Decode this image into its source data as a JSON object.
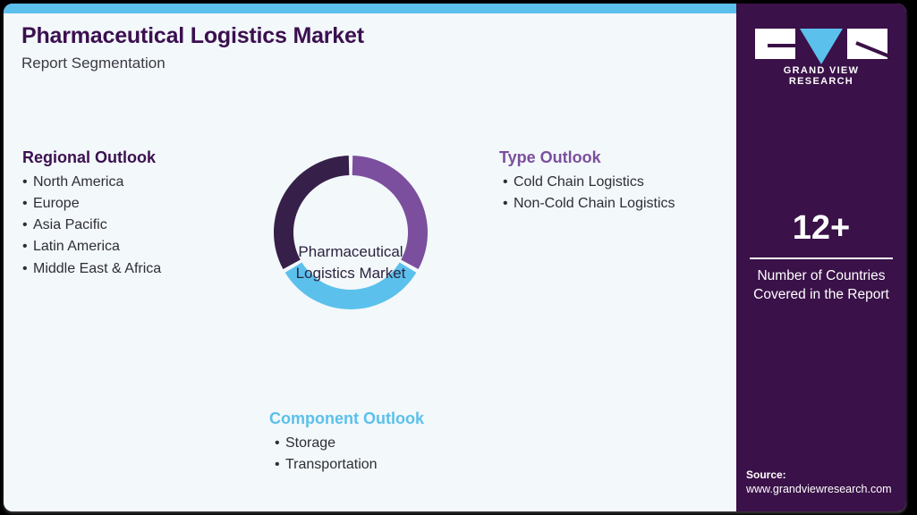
{
  "header": {
    "title": "Pharmaceutical Logistics Market",
    "subtitle": "Report Segmentation"
  },
  "regional_outlook": {
    "heading": "Regional Outlook",
    "items": [
      "North America",
      "Europe",
      "Asia Pacific",
      "Latin America",
      "Middle East & Africa"
    ]
  },
  "type_outlook": {
    "heading": "Type Outlook",
    "items": [
      "Cold Chain Logistics",
      "Non-Cold Chain Logistics"
    ]
  },
  "component_outlook": {
    "heading": "Component Outlook",
    "items": [
      "Storage",
      "Transportation"
    ]
  },
  "donut": {
    "center_line1": "Pharmaceutical",
    "center_line2": "Logistics Market"
  },
  "side_panel": {
    "logo": {
      "mark_g": "logo-letter-g",
      "mark_v": "logo-triangle-v",
      "mark_r": "logo-letter-r",
      "wordmark": "GRAND VIEW RESEARCH"
    },
    "stat": {
      "value": "12+",
      "label_line1": "Number of Countries",
      "label_line2": "Covered in the Report"
    },
    "source": {
      "title": "Source:",
      "url": "www.grandviewresearch.com"
    }
  },
  "colors": {
    "dark_purple": "#36204A",
    "purple": "#7B4F9D",
    "light_blue": "#5BC0EC",
    "panel_purple": "#3A1148",
    "card_background": "#F3F8FA",
    "title_purple": "#3B1050"
  },
  "chart_data": {
    "type": "pie",
    "title": "Pharmaceutical Logistics Market",
    "subtitle": "Report Segmentation",
    "categories": [
      "Type Outlook",
      "Component Outlook",
      "Regional Outlook"
    ],
    "values": [
      33.3,
      33.3,
      33.3
    ],
    "colors": [
      "#7B4F9D",
      "#5BC0EC",
      "#36204A"
    ],
    "donut": true,
    "inner_radius_ratio": 0.74,
    "start_angle": 0,
    "gap_degrees": 3,
    "legend": "none",
    "xlabel": "",
    "ylabel": ""
  }
}
